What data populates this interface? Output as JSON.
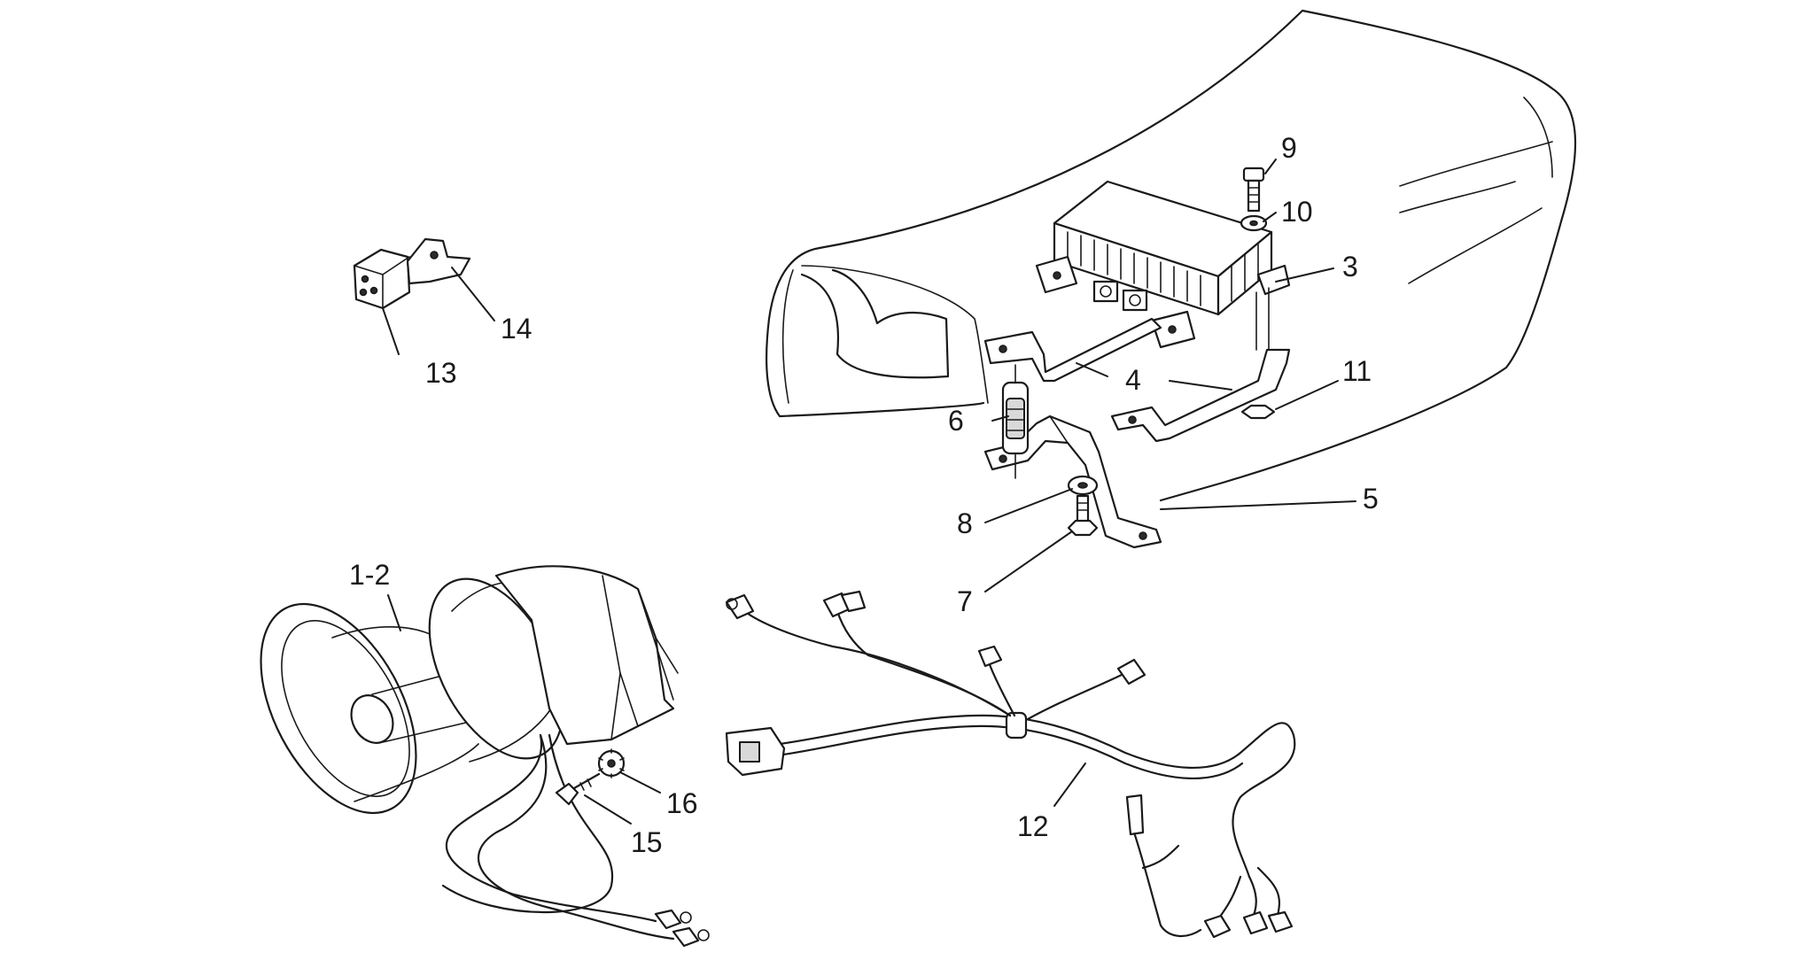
{
  "callouts": {
    "c1_2": "1-2",
    "c3": "3",
    "c4": "4",
    "c5": "5",
    "c6": "6",
    "c7": "7",
    "c8": "8",
    "c9": "9",
    "c10": "10",
    "c11": "11",
    "c12": "12",
    "c13": "13",
    "c14": "14",
    "c15": "15",
    "c16": "16"
  }
}
